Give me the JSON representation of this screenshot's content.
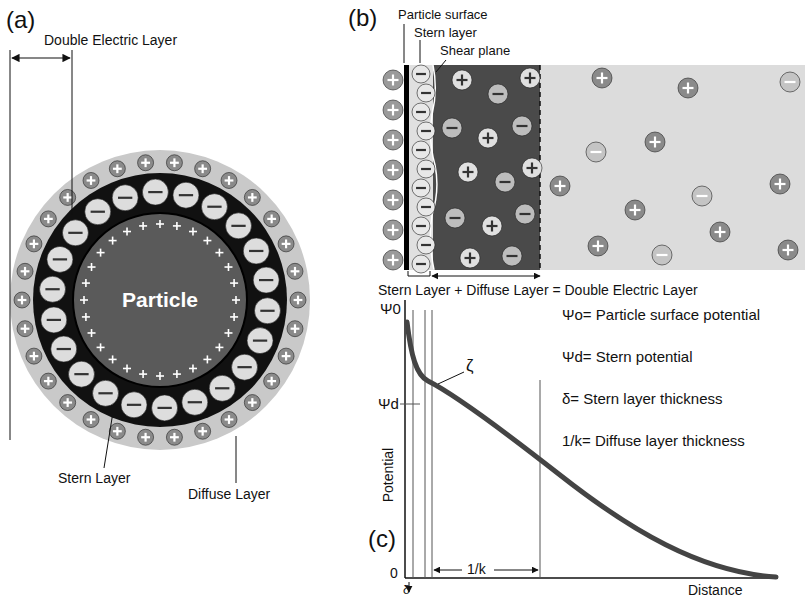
{
  "diagram": {
    "nodes": [
      {
        "text": [
          "Particle"
        ]
      }
    ],
    "labels": [
      "(a)",
      "Double Electric Layer",
      "Stern Layer",
      "Diffuse Layer",
      "(b)",
      "Particle surface",
      "Stern layer",
      "Shear plane",
      "Stern Layer + Diffuse Layer = Double Electric Layer",
      "Ψ0",
      "Ψd",
      "ζ",
      "0",
      "Potential",
      "Distance",
      "1/k",
      "δ",
      "(c)",
      "Ψo= Particle surface potential",
      "Ψd= Stern potential",
      "δ= Stern layer thickness",
      "1/k= Diffuse layer thickness"
    ]
  }
}
